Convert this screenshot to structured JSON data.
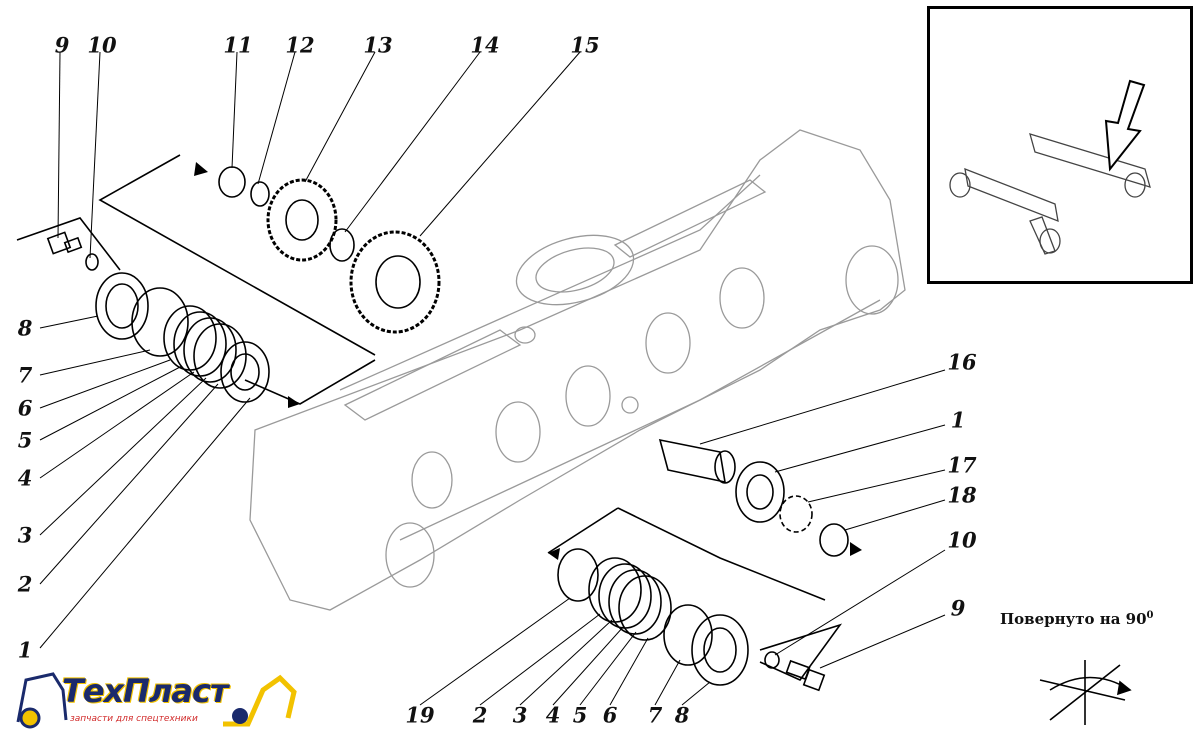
{
  "callouts": [
    {
      "id": "c9a",
      "text": "9"
    },
    {
      "id": "c10a",
      "text": "10"
    },
    {
      "id": "c11",
      "text": "11"
    },
    {
      "id": "c12",
      "text": "12"
    },
    {
      "id": "c13",
      "text": "13"
    },
    {
      "id": "c14",
      "text": "14"
    },
    {
      "id": "c15",
      "text": "15"
    },
    {
      "id": "c8a",
      "text": "8"
    },
    {
      "id": "c7a",
      "text": "7"
    },
    {
      "id": "c6a",
      "text": "6"
    },
    {
      "id": "c5a",
      "text": "5"
    },
    {
      "id": "c4a",
      "text": "4"
    },
    {
      "id": "c3a",
      "text": "3"
    },
    {
      "id": "c2a",
      "text": "2"
    },
    {
      "id": "c1a",
      "text": "1"
    },
    {
      "id": "c16",
      "text": "16"
    },
    {
      "id": "c1b",
      "text": "1"
    },
    {
      "id": "c17",
      "text": "17"
    },
    {
      "id": "c18",
      "text": "18"
    },
    {
      "id": "c10b",
      "text": "10"
    },
    {
      "id": "c9b",
      "text": "9"
    },
    {
      "id": "c19",
      "text": "19"
    },
    {
      "id": "c2b",
      "text": "2"
    },
    {
      "id": "c3b",
      "text": "3"
    },
    {
      "id": "c4b",
      "text": "4"
    },
    {
      "id": "c5b",
      "text": "5"
    },
    {
      "id": "c6b",
      "text": "6"
    },
    {
      "id": "c7b",
      "text": "7"
    },
    {
      "id": "c8b",
      "text": "8"
    }
  ],
  "rotation_note": {
    "text": "Повернуто на 90",
    "degree": "0"
  },
  "logo": {
    "name": "ТехПласт",
    "tagline": "запчасти для спецтехники",
    "colors": {
      "primary": "#1a2a6c",
      "accent": "#f2c200",
      "tagline": "#d12a2a"
    }
  }
}
